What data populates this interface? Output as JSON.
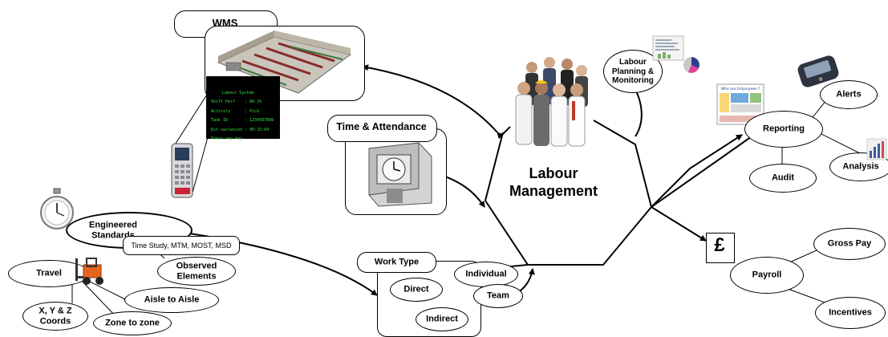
{
  "center_title": {
    "line1": "Labour",
    "line2": "Management"
  },
  "wms": {
    "title": "WMS"
  },
  "terminal": {
    "lines": [
      "Labour System",
      "Shift Perf    : 89.2%",
      "Activity      : Pick",
      "Task ID       : 1234567890",
      "Est variation : 00:15:04",
      "Press any key"
    ]
  },
  "time_attendance": {
    "title": "Time & Attendance"
  },
  "labour_planning": {
    "line1": "Labour",
    "line2": "Planning &",
    "line3": "Monitoring"
  },
  "reporting": {
    "label": "Reporting",
    "alerts": "Alerts",
    "audit": "Audit",
    "analysis": "Analysis",
    "screen_title": "Who are Employees ?"
  },
  "payroll": {
    "symbol": "£",
    "label": "Payroll",
    "gross_pay": "Gross Pay",
    "incentives": "Incentives"
  },
  "engineered": {
    "line1": "Engineered",
    "line2": "Standards",
    "methods": "Time Study, MTM, MOST, MSD",
    "observed1": "Observed",
    "observed2": "Elements"
  },
  "travel": {
    "label": "Travel",
    "aisle": "Aisle to Aisle",
    "xyz1": "X, Y & Z",
    "xyz2": "Coords",
    "zone": "Zone to zone"
  },
  "work_type": {
    "title": "Work Type",
    "direct": "Direct",
    "indirect": "Indirect",
    "individual": "Individual",
    "team": "Team"
  },
  "colors": {
    "line": "#000000",
    "fill": "#ffffff",
    "terminal_bg": "#000000",
    "terminal_text": "#39e639",
    "forklift": "#e8641e"
  }
}
